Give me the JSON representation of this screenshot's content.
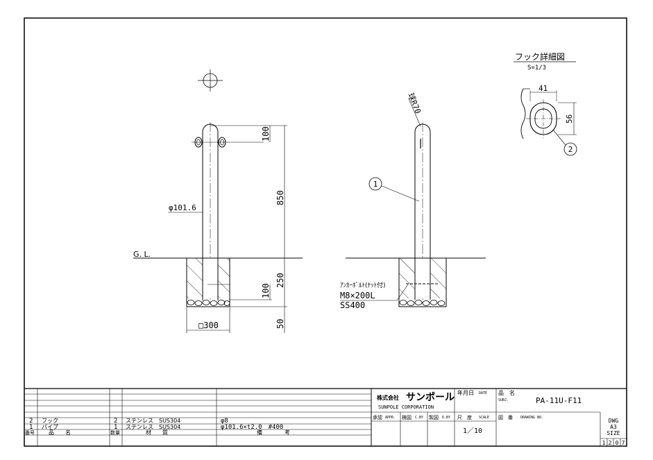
{
  "detail": {
    "title": "フック詳細図",
    "scale": "S=1/3",
    "width_dim": "41",
    "height_dim": "56",
    "balloon_num": "2"
  },
  "front_view": {
    "dim_top": "100",
    "dim_height": "850",
    "dim_embed": "250",
    "dim_inner": "100",
    "dim_base": "50",
    "pipe_dia": "φ101.6",
    "gl_label": "G. L.",
    "base_size": "□300"
  },
  "side_view": {
    "top_radius": "球R70",
    "balloon_num": "1",
    "anchor_label": "ｱﾝｶｰﾎﾞﾙﾄ(ﾅｯﾄ付)",
    "anchor_size": "M8×200L",
    "anchor_material": "SS400"
  },
  "parts_table": {
    "rows": [
      {
        "no": "2",
        "name": "フック",
        "qty": "2",
        "material": "ステンレス　SUS304",
        "remarks": "φ8"
      },
      {
        "no": "1",
        "name": "パイプ",
        "qty": "1",
        "material": "ステンレス　SUS304",
        "remarks": "φ101.6×t2.0　#400"
      }
    ],
    "header": {
      "no": "番号",
      "name": "品　　名",
      "qty": "数量",
      "material": "材　　質",
      "remarks": "備　　　　考"
    }
  },
  "title_block": {
    "company_kana": "株式会社",
    "company_logo": "サンポール",
    "company_en": "SUNPOLE CORPORATION",
    "date_label": "年月日",
    "date_label_en": "DATE",
    "name_label": "品　名",
    "name_label_en": "SUBJ.",
    "product_name": "PA-11U-F11",
    "approved_label": "承認",
    "approved_en": "APPR.",
    "check_label": "検図",
    "check_en": "C.BY",
    "drawn_label": "製図",
    "drawn_en": "D.BY",
    "scale_label": "尺　度",
    "scale_en": "SCALE",
    "scale_value": "1／10",
    "dwg_label": "図　番",
    "dwg_en": "DRAWING NO.",
    "size_l1": "DWG",
    "size_l2": "A3",
    "size_l3": "SIZE",
    "code": [
      "1",
      "2",
      "0",
      "7"
    ]
  }
}
